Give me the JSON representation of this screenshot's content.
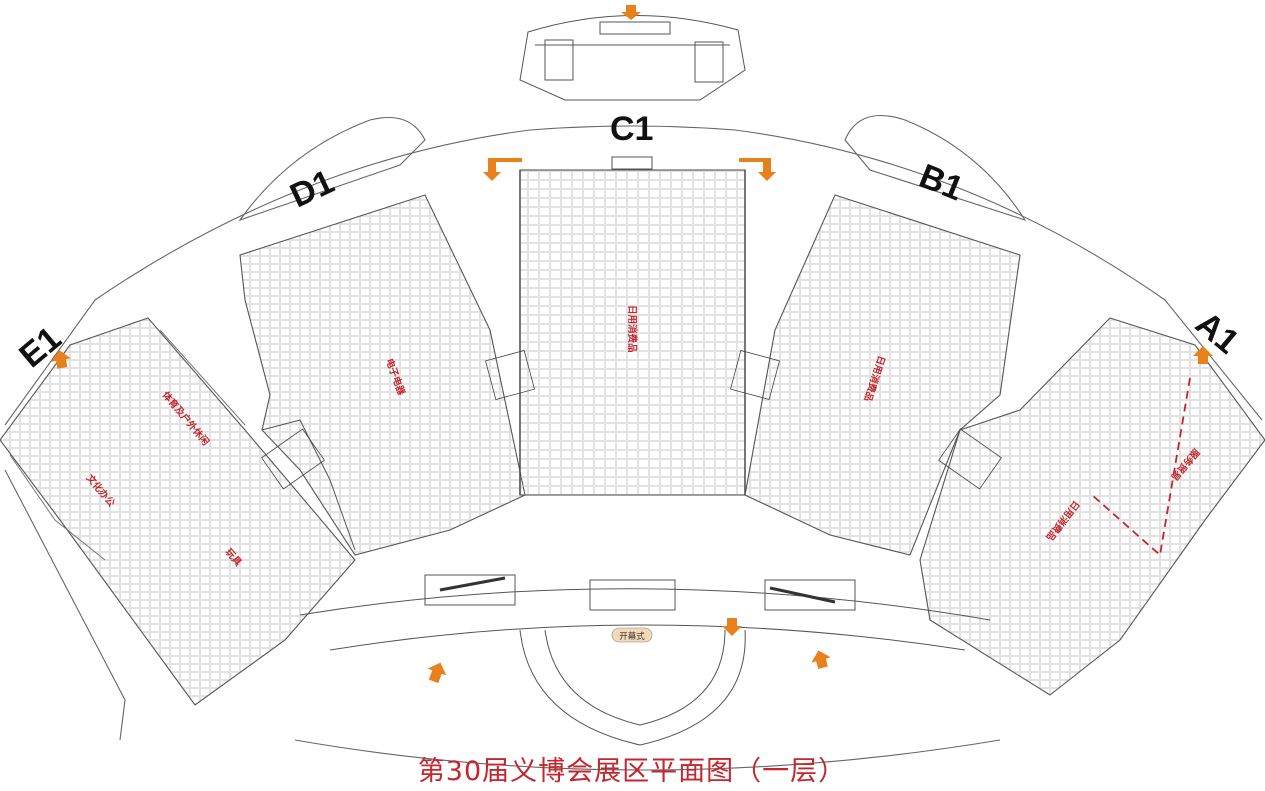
{
  "map": {
    "title": "第30届义博会展区平面图（一层）",
    "halls": [
      {
        "id": "E1",
        "label": "E1"
      },
      {
        "id": "D1",
        "label": "D1"
      },
      {
        "id": "C1",
        "label": "C1"
      },
      {
        "id": "B1",
        "label": "B1"
      },
      {
        "id": "A1",
        "label": "A1"
      }
    ],
    "categories": {
      "sports": "体育及户外休闲",
      "office": "文化办公",
      "toys": "玩具",
      "electronics": "电子电器",
      "daily_c1": "日用消费品",
      "daily_b1": "日用消费品",
      "daily_a1": "日用消费品",
      "service": "服务贸易"
    },
    "opening": "开幕式",
    "colors": {
      "arrow": "#e8801c",
      "category_text": "#c0262d",
      "title": "#c4262e",
      "outline": "#555555",
      "booth": "#c9c9c9",
      "dashed_zone": "#c0262d"
    }
  }
}
